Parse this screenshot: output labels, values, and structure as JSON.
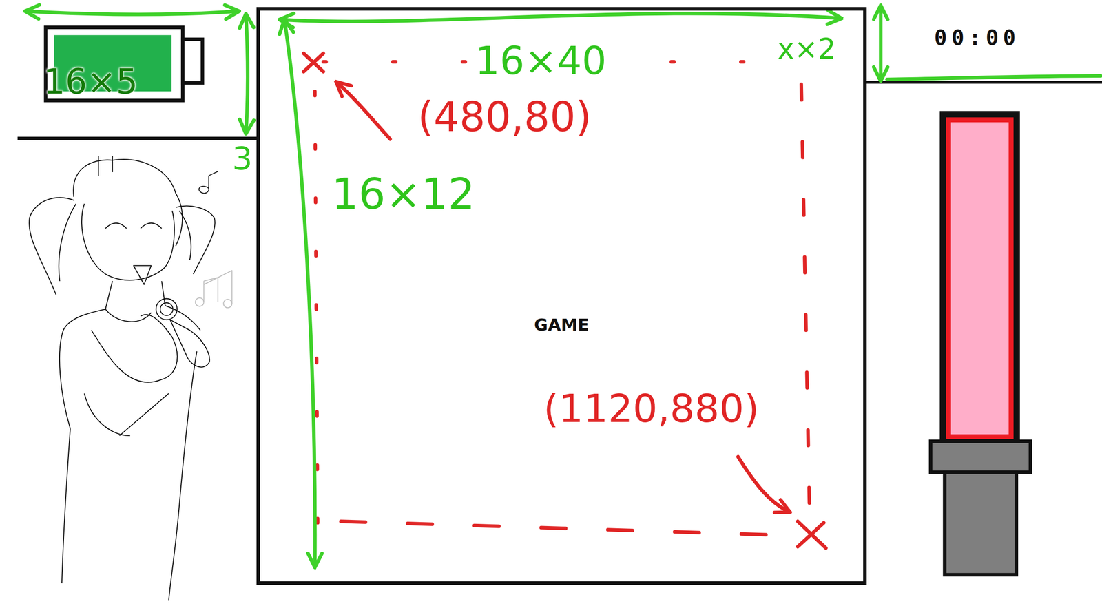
{
  "diagram": {
    "nodes": [
      {
        "text": [
          "GAME"
        ]
      }
    ],
    "labels": [
      "16×5",
      "3",
      "16×40",
      "x×2",
      "16×12",
      "(480,80)",
      "(1120,880)",
      "00:00"
    ]
  }
}
